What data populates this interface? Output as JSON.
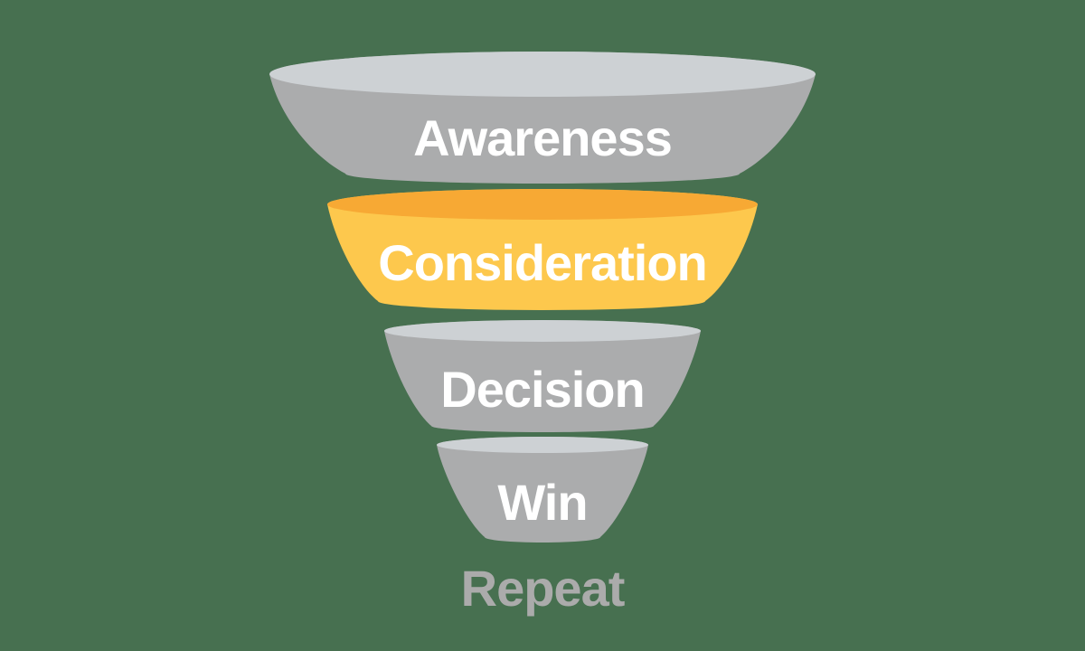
{
  "background_color": "#477050",
  "funnel": {
    "stages": [
      {
        "label": "Awareness",
        "body_color": "#ABACAD",
        "lip_color": "#CDD1D4",
        "label_color": "#FFFFFF"
      },
      {
        "label": "Consideration",
        "body_color": "#FDC84D",
        "lip_color": "#F7A934",
        "label_color": "#FFFFFF"
      },
      {
        "label": "Decision",
        "body_color": "#ABACAD",
        "lip_color": "#CDD1D4",
        "label_color": "#FFFFFF"
      },
      {
        "label": "Win",
        "body_color": "#ABACAD",
        "lip_color": "#CDD1D4",
        "label_color": "#FFFFFF"
      }
    ],
    "footer": {
      "label": "Repeat",
      "color": "#ABABAB"
    }
  }
}
